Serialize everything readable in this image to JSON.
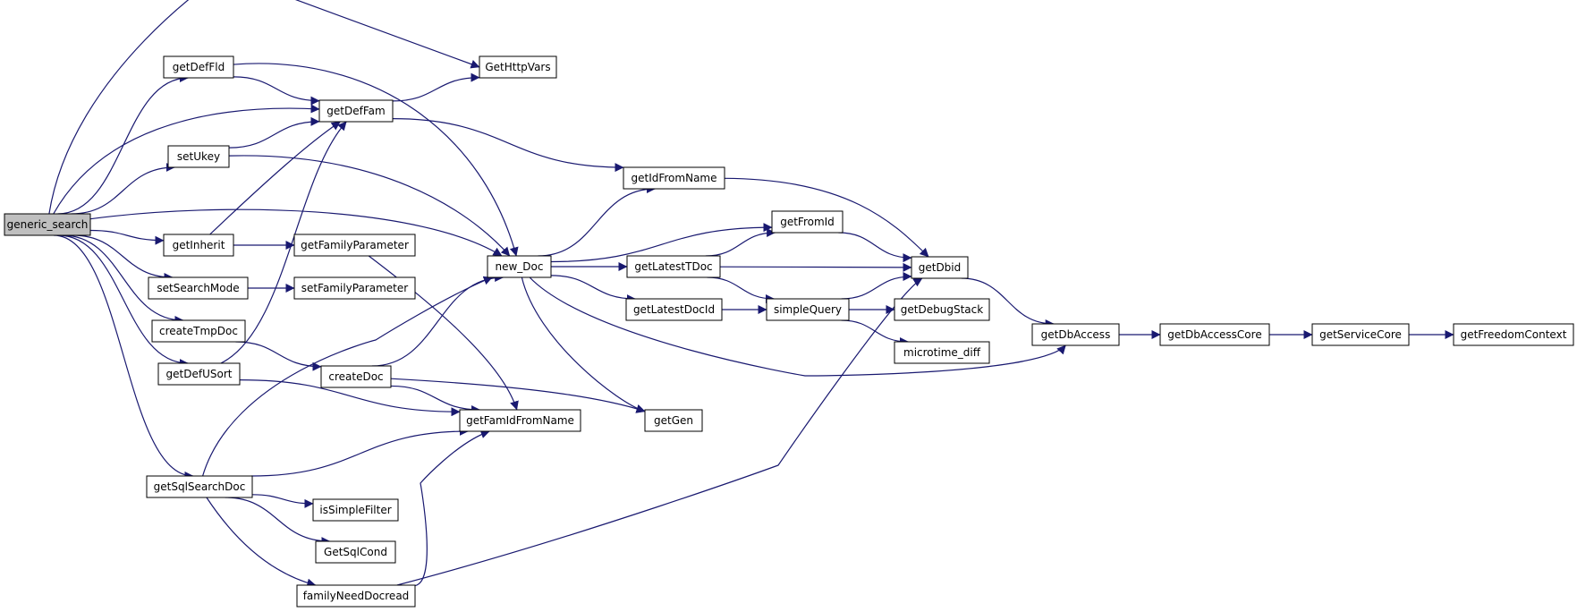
{
  "graph": {
    "edge_color": "#191970",
    "root_fill": "#bfbfbf",
    "nodes": [
      {
        "id": "generic_search",
        "label": "generic_search",
        "root": true
      },
      {
        "id": "getDefFld",
        "label": "getDefFld"
      },
      {
        "id": "GetHttpVars",
        "label": "GetHttpVars"
      },
      {
        "id": "getDefFam",
        "label": "getDefFam"
      },
      {
        "id": "setUkey",
        "label": "setUkey"
      },
      {
        "id": "getInherit",
        "label": "getInherit"
      },
      {
        "id": "getFamilyParameter",
        "label": "getFamilyParameter"
      },
      {
        "id": "setSearchMode",
        "label": "setSearchMode"
      },
      {
        "id": "setFamilyParameter",
        "label": "setFamilyParameter"
      },
      {
        "id": "createTmpDoc",
        "label": "createTmpDoc"
      },
      {
        "id": "getDefUSort",
        "label": "getDefUSort"
      },
      {
        "id": "createDoc",
        "label": "createDoc"
      },
      {
        "id": "getFamIdFromName",
        "label": "getFamIdFromName"
      },
      {
        "id": "getSqlSearchDoc",
        "label": "getSqlSearchDoc"
      },
      {
        "id": "isSimpleFilter",
        "label": "isSimpleFilter"
      },
      {
        "id": "GetSqlCond",
        "label": "GetSqlCond"
      },
      {
        "id": "familyNeedDocread",
        "label": "familyNeedDocread"
      },
      {
        "id": "new_Doc",
        "label": "new_Doc"
      },
      {
        "id": "getIdFromName",
        "label": "getIdFromName"
      },
      {
        "id": "getFromId",
        "label": "getFromId"
      },
      {
        "id": "getLatestTDoc",
        "label": "getLatestTDoc"
      },
      {
        "id": "getLatestDocId",
        "label": "getLatestDocId"
      },
      {
        "id": "simpleQuery",
        "label": "simpleQuery"
      },
      {
        "id": "getGen",
        "label": "getGen"
      },
      {
        "id": "getDbid",
        "label": "getDbid"
      },
      {
        "id": "getDebugStack",
        "label": "getDebugStack"
      },
      {
        "id": "microtime_diff",
        "label": "microtime_diff"
      },
      {
        "id": "getDbAccess",
        "label": "getDbAccess"
      },
      {
        "id": "getDbAccessCore",
        "label": "getDbAccessCore"
      },
      {
        "id": "getServiceCore",
        "label": "getServiceCore"
      },
      {
        "id": "getFreedomContext",
        "label": "getFreedomContext"
      }
    ],
    "edges": [
      {
        "from": "generic_search",
        "to": "GetHttpVars"
      },
      {
        "from": "generic_search",
        "to": "getDefFld"
      },
      {
        "from": "generic_search",
        "to": "getDefFam"
      },
      {
        "from": "generic_search",
        "to": "setUkey"
      },
      {
        "from": "generic_search",
        "to": "new_Doc"
      },
      {
        "from": "generic_search",
        "to": "getInherit"
      },
      {
        "from": "generic_search",
        "to": "setSearchMode"
      },
      {
        "from": "generic_search",
        "to": "createTmpDoc"
      },
      {
        "from": "generic_search",
        "to": "getDefUSort"
      },
      {
        "from": "generic_search",
        "to": "getSqlSearchDoc"
      },
      {
        "from": "getDefFld",
        "to": "getDefFam"
      },
      {
        "from": "getDefFld",
        "to": "new_Doc"
      },
      {
        "from": "getDefFam",
        "to": "GetHttpVars"
      },
      {
        "from": "getDefFam",
        "to": "getIdFromName"
      },
      {
        "from": "setUkey",
        "to": "getDefFam"
      },
      {
        "from": "setUkey",
        "to": "new_Doc"
      },
      {
        "from": "getInherit",
        "to": "getDefFam"
      },
      {
        "from": "getInherit",
        "to": "getFamilyParameter"
      },
      {
        "from": "getFamilyParameter",
        "to": "getFamIdFromName"
      },
      {
        "from": "setSearchMode",
        "to": "setFamilyParameter"
      },
      {
        "from": "createTmpDoc",
        "to": "createDoc"
      },
      {
        "from": "getDefUSort",
        "to": "getDefFam"
      },
      {
        "from": "getDefUSort",
        "to": "getFamIdFromName"
      },
      {
        "from": "createDoc",
        "to": "new_Doc"
      },
      {
        "from": "createDoc",
        "to": "getFamIdFromName"
      },
      {
        "from": "createDoc",
        "to": "getGen"
      },
      {
        "from": "getSqlSearchDoc",
        "to": "new_Doc"
      },
      {
        "from": "getSqlSearchDoc",
        "to": "getFamIdFromName"
      },
      {
        "from": "getSqlSearchDoc",
        "to": "isSimpleFilter"
      },
      {
        "from": "getSqlSearchDoc",
        "to": "GetSqlCond"
      },
      {
        "from": "getSqlSearchDoc",
        "to": "familyNeedDocread"
      },
      {
        "from": "familyNeedDocread",
        "to": "getFamIdFromName"
      },
      {
        "from": "familyNeedDocread",
        "to": "getDbid"
      },
      {
        "from": "new_Doc",
        "to": "getIdFromName"
      },
      {
        "from": "new_Doc",
        "to": "getFromId"
      },
      {
        "from": "new_Doc",
        "to": "getLatestTDoc"
      },
      {
        "from": "new_Doc",
        "to": "getLatestDocId"
      },
      {
        "from": "new_Doc",
        "to": "getGen"
      },
      {
        "from": "new_Doc",
        "to": "getDbAccess"
      },
      {
        "from": "getIdFromName",
        "to": "getDbid"
      },
      {
        "from": "getFromId",
        "to": "getDbid"
      },
      {
        "from": "getLatestTDoc",
        "to": "getFromId"
      },
      {
        "from": "getLatestTDoc",
        "to": "getDbid"
      },
      {
        "from": "getLatestTDoc",
        "to": "simpleQuery"
      },
      {
        "from": "getLatestDocId",
        "to": "simpleQuery"
      },
      {
        "from": "simpleQuery",
        "to": "getDbid"
      },
      {
        "from": "simpleQuery",
        "to": "getDebugStack"
      },
      {
        "from": "simpleQuery",
        "to": "microtime_diff"
      },
      {
        "from": "getDbid",
        "to": "getDbAccess"
      },
      {
        "from": "getDbAccess",
        "to": "getDbAccessCore"
      },
      {
        "from": "getDbAccessCore",
        "to": "getServiceCore"
      },
      {
        "from": "getServiceCore",
        "to": "getFreedomContext"
      }
    ]
  }
}
